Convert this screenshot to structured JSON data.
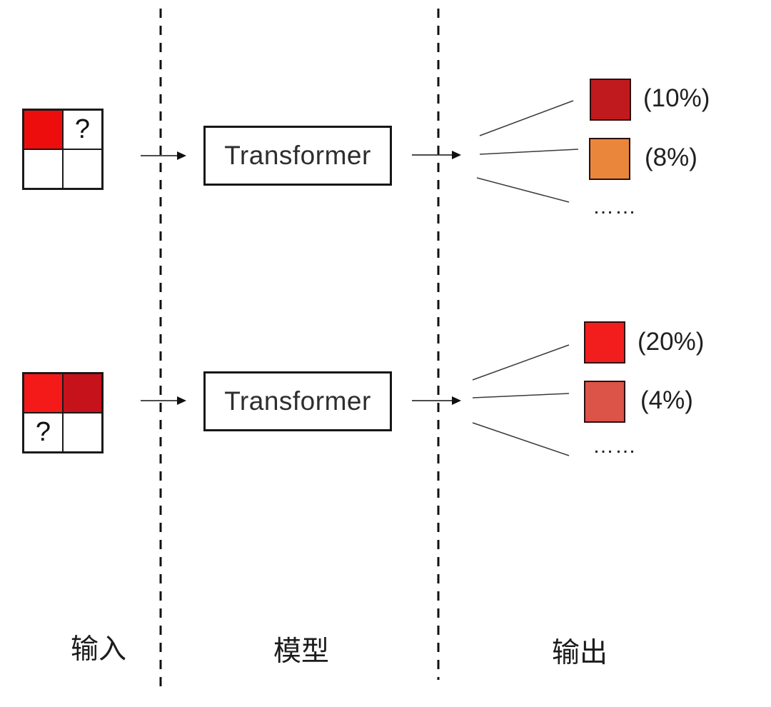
{
  "diagram": {
    "columns": [
      {
        "label": "输入"
      },
      {
        "label": "模型"
      },
      {
        "label": "输出"
      }
    ],
    "rows": [
      {
        "input_grid": {
          "cells": [
            {
              "color": "#ee0d0d",
              "label": ""
            },
            {
              "color": "#ffffff",
              "label": "?"
            },
            {
              "color": "#ffffff",
              "label": ""
            },
            {
              "color": "#ffffff",
              "label": ""
            }
          ]
        },
        "model_label": "Transformer",
        "outputs": [
          {
            "color": "#c11a1e",
            "probability": "(10%)"
          },
          {
            "color": "#e9863c",
            "probability": "(8%)"
          }
        ],
        "ellipsis": "……"
      },
      {
        "input_grid": {
          "cells": [
            {
              "color": "#f51a1a",
              "label": ""
            },
            {
              "color": "#c6121a",
              "label": ""
            },
            {
              "color": "#ffffff",
              "label": "?"
            },
            {
              "color": "#ffffff",
              "label": ""
            }
          ]
        },
        "model_label": "Transformer",
        "outputs": [
          {
            "color": "#f21e1e",
            "probability": "(20%)"
          },
          {
            "color": "#dc5348",
            "probability": "(4%)"
          }
        ],
        "ellipsis": "……"
      }
    ]
  }
}
